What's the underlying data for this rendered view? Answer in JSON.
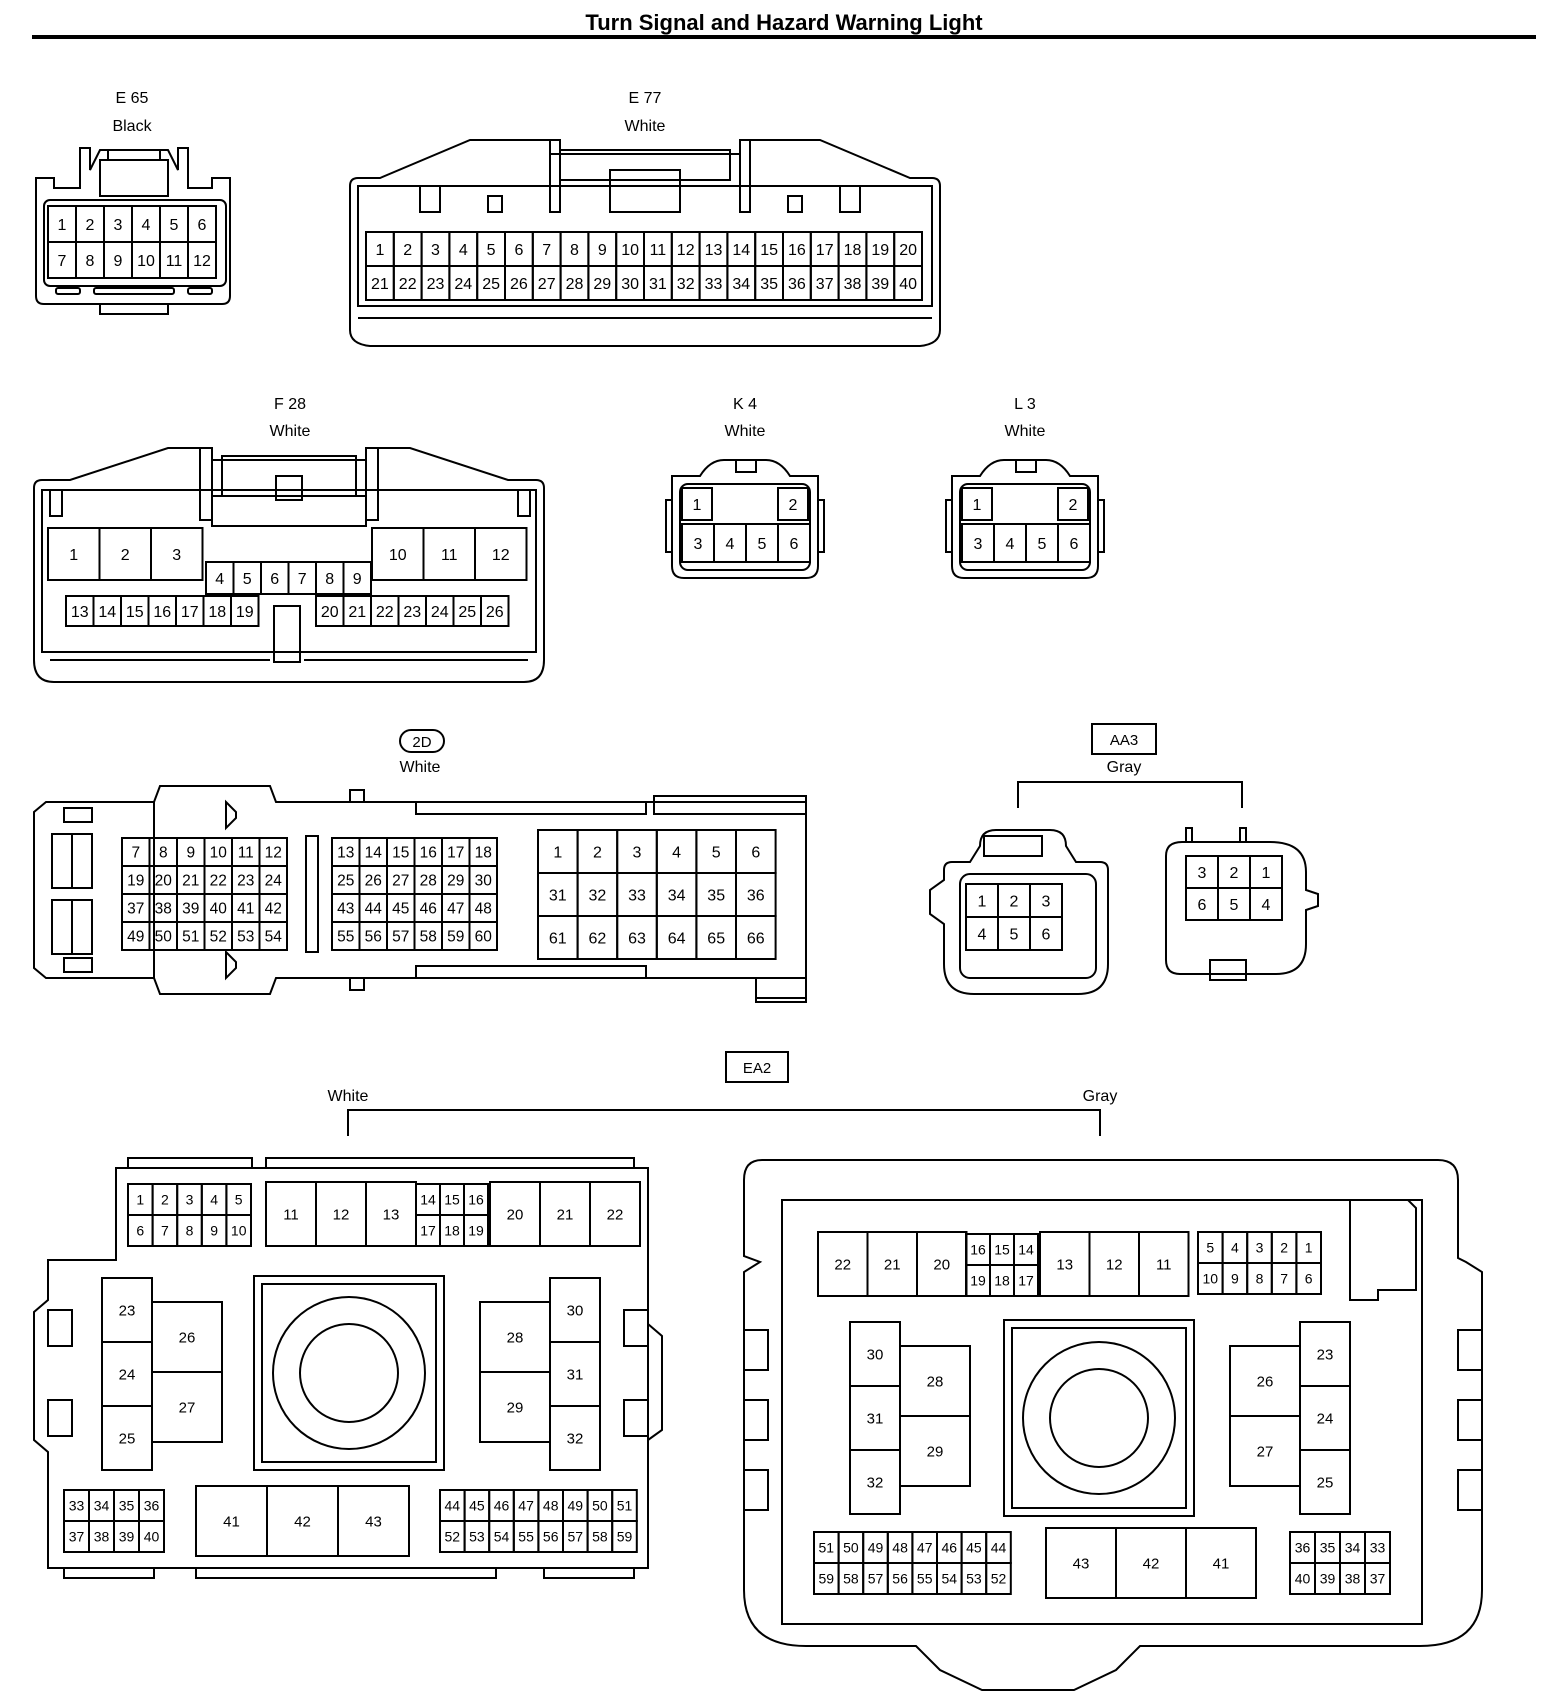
{
  "title": "Turn Signal and Hazard Warning Light",
  "connectors": {
    "e65": {
      "code": "E 65",
      "color": "Black",
      "pins": [
        [
          "1",
          "2",
          "3",
          "4",
          "5",
          "6"
        ],
        [
          "7",
          "8",
          "9",
          "10",
          "11",
          "12"
        ]
      ]
    },
    "e77": {
      "code": "E 77",
      "color": "White",
      "pins": [
        [
          "1",
          "2",
          "3",
          "4",
          "5",
          "6",
          "7",
          "8",
          "9",
          "10",
          "11",
          "12",
          "13",
          "14",
          "15",
          "16",
          "17",
          "18",
          "19",
          "20"
        ],
        [
          "21",
          "22",
          "23",
          "24",
          "25",
          "26",
          "27",
          "28",
          "29",
          "30",
          "31",
          "32",
          "33",
          "34",
          "35",
          "36",
          "37",
          "38",
          "39",
          "40"
        ]
      ]
    },
    "f28": {
      "code": "F 28",
      "color": "White",
      "pins_upper": [
        "1",
        "2",
        "3",
        "10",
        "11",
        "12"
      ],
      "pins_mid": [
        "4",
        "5",
        "6",
        "7",
        "8",
        "9"
      ],
      "pins_lower_left": [
        "13",
        "14",
        "15",
        "16",
        "17",
        "18",
        "19"
      ],
      "pins_lower_right": [
        "20",
        "21",
        "22",
        "23",
        "24",
        "25",
        "26"
      ]
    },
    "k4": {
      "code": "K 4",
      "color": "White",
      "pins": [
        "1",
        "2",
        "3",
        "4",
        "5",
        "6"
      ]
    },
    "l3": {
      "code": "L 3",
      "color": "White",
      "pins": [
        "1",
        "2",
        "3",
        "4",
        "5",
        "6"
      ]
    },
    "d2": {
      "code": "2D",
      "color": "White",
      "block_a": [
        [
          "7",
          "8",
          "9",
          "10",
          "11",
          "12"
        ],
        [
          "19",
          "20",
          "21",
          "22",
          "23",
          "24"
        ],
        [
          "37",
          "38",
          "39",
          "40",
          "41",
          "42"
        ],
        [
          "49",
          "50",
          "51",
          "52",
          "53",
          "54"
        ]
      ],
      "block_b": [
        [
          "13",
          "14",
          "15",
          "16",
          "17",
          "18"
        ],
        [
          "25",
          "26",
          "27",
          "28",
          "29",
          "30"
        ],
        [
          "43",
          "44",
          "45",
          "46",
          "47",
          "48"
        ],
        [
          "55",
          "56",
          "57",
          "58",
          "59",
          "60"
        ]
      ],
      "block_c": [
        [
          "1",
          "2",
          "3",
          "4",
          "5",
          "6"
        ],
        [
          "31",
          "32",
          "33",
          "34",
          "35",
          "36"
        ],
        [
          "61",
          "62",
          "63",
          "64",
          "65",
          "66"
        ]
      ]
    },
    "aa3": {
      "code": "AA3",
      "color": "Gray",
      "female_pins": [
        [
          "1",
          "2",
          "3"
        ],
        [
          "4",
          "5",
          "6"
        ]
      ],
      "male_pins": [
        [
          "3",
          "2",
          "1"
        ],
        [
          "6",
          "5",
          "4"
        ]
      ]
    },
    "ea2": {
      "code": "EA2",
      "left_label": "White",
      "right_label": "Gray",
      "white": {
        "small_top": [
          [
            "1",
            "2",
            "3",
            "4",
            "5"
          ],
          [
            "6",
            "7",
            "8",
            "9",
            "10"
          ]
        ],
        "top_big_a": [
          "11",
          "12",
          "13"
        ],
        "top_small_mid": [
          [
            "14",
            "15",
            "16"
          ],
          [
            "17",
            "18",
            "19"
          ]
        ],
        "top_big_b": [
          "20",
          "21",
          "22"
        ],
        "left_col": [
          "23",
          "24",
          "25"
        ],
        "left_big": [
          "26",
          "27"
        ],
        "right_big": [
          "28",
          "29"
        ],
        "right_col": [
          "30",
          "31",
          "32"
        ],
        "bottom_left": [
          [
            "33",
            "34",
            "35",
            "36"
          ],
          [
            "37",
            "38",
            "39",
            "40"
          ]
        ],
        "bottom_mid": [
          "41",
          "42",
          "43"
        ],
        "bottom_right": [
          [
            "44",
            "45",
            "46",
            "47",
            "48",
            "49",
            "50",
            "51"
          ],
          [
            "52",
            "53",
            "54",
            "55",
            "56",
            "57",
            "58",
            "59"
          ]
        ]
      },
      "gray": {
        "top_big_a": [
          "22",
          "21",
          "20"
        ],
        "top_small_mid": [
          [
            "16",
            "15",
            "14"
          ],
          [
            "19",
            "18",
            "17"
          ]
        ],
        "top_big_b": [
          "13",
          "12",
          "11"
        ],
        "small_top": [
          [
            "5",
            "4",
            "3",
            "2",
            "1"
          ],
          [
            "10",
            "9",
            "8",
            "7",
            "6"
          ]
        ],
        "left_col": [
          "30",
          "31",
          "32"
        ],
        "left_big": [
          "28",
          "29"
        ],
        "right_big": [
          "26",
          "27"
        ],
        "right_col": [
          "23",
          "24",
          "25"
        ],
        "bottom_left": [
          [
            "51",
            "50",
            "49",
            "48",
            "47",
            "46",
            "45",
            "44"
          ],
          [
            "59",
            "58",
            "57",
            "56",
            "55",
            "54",
            "53",
            "52"
          ]
        ],
        "bottom_mid": [
          "43",
          "42",
          "41"
        ],
        "bottom_right": [
          [
            "36",
            "35",
            "34",
            "33"
          ],
          [
            "40",
            "39",
            "38",
            "37"
          ]
        ]
      }
    }
  }
}
